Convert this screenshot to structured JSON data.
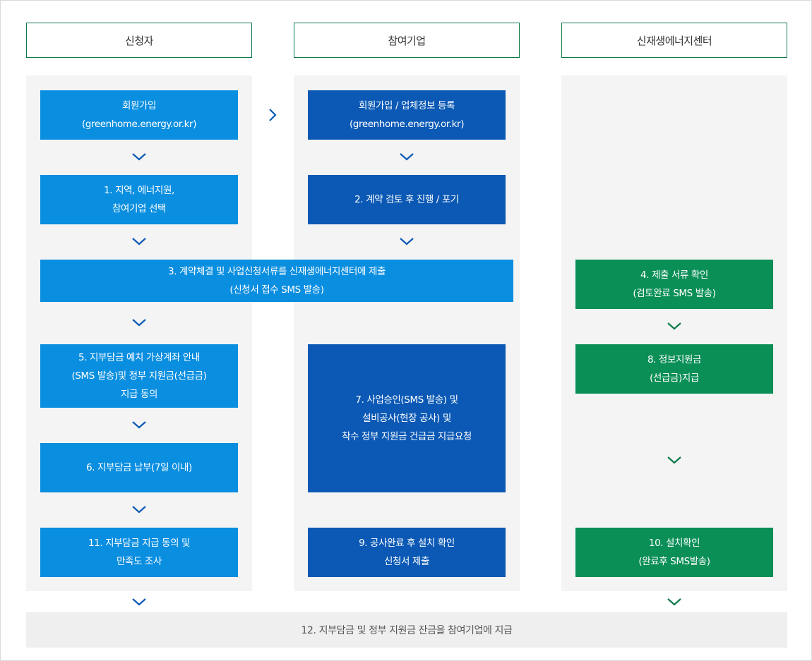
{
  "headers": {
    "applicant": "신청자",
    "company": "참여기업",
    "center": "신재생에너지센터"
  },
  "steps": {
    "applicant_signup": "회원가입\n(greenhome.energy.or.kr)",
    "company_signup": "회원가입 / 업체정보 등록\n(greenhome.energy.or.kr)",
    "step1": "1. 지역, 에너지원,\n참여기업 선택",
    "step2": "2. 계약 검토 후 진행 / 포기",
    "step3": "3. 계약체결 및 사업신청서류를 신재생에너지센터에 제출\n(신청서 접수 SMS 발송)",
    "step4": "4. 제출 서류 확인\n(검토완료 SMS 발송)",
    "step5": "5. 지부담금 예치 가상계좌 안내\n(SMS 발송)및 정부 지원금(선급금)\n지급 동의",
    "step6": "6. 지부담금 납부(7일 이내)",
    "step7": "7. 사업승인(SMS 발송) 및\n설비공사(현장 공사) 및\n착수 정부 지원금 건급금 지급요청",
    "step8": "8. 정보지원금\n(선급금)지급",
    "step9": "9. 공사완료 후 설치 확인\n신청서 제출",
    "step10": "10. 설치확인\n(완료후 SMS발송)",
    "step11": "11. 지부담금 지급 동의 및\n만족도 조사",
    "step12": "12. 지부담금 및 정부 지원금 잔금을 참여기업에 지급"
  },
  "colors": {
    "light_blue": "#0a8ee0",
    "dark_blue": "#0b59b5",
    "green": "#0a8f57",
    "header_border": "#0e7a4a",
    "arrow_blue": "#0b59b5",
    "arrow_green": "#0e7a4a"
  }
}
